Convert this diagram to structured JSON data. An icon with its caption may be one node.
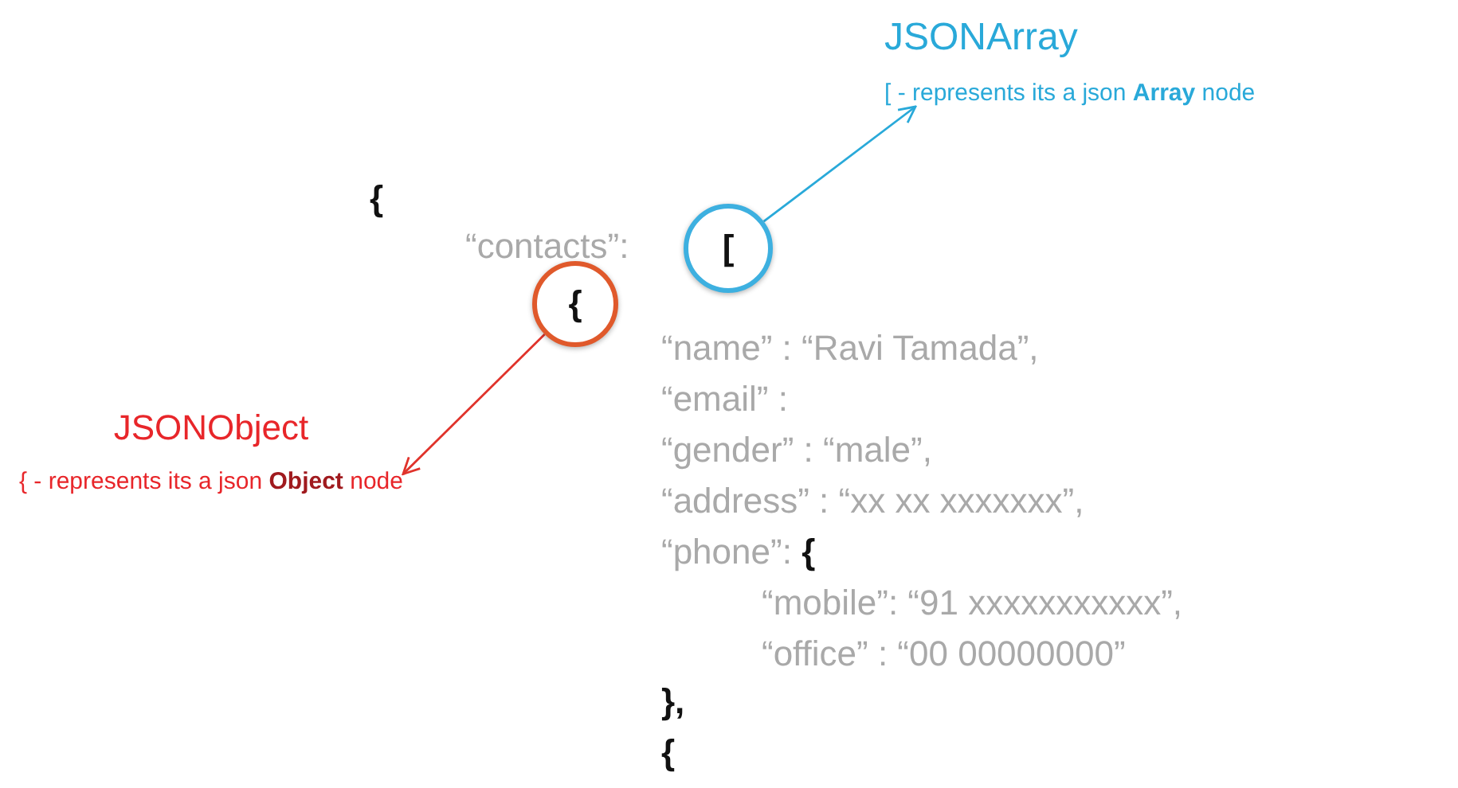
{
  "diagram": {
    "nodes": [
      {
        "text": [
          "JSONArray",
          "[ - represents its a json **Array** node"
        ]
      },
      {
        "text": [
          "["
        ]
      },
      {
        "text": [
          "{"
        ]
      },
      {
        "text": [
          "JSONObject",
          "{ - represents its a json **Object** node"
        ]
      }
    ],
    "edges": [
      {
        "from": 1,
        "to": 0,
        "arrow": "to",
        "color": "#29a9d9"
      },
      {
        "from": 2,
        "to": 3,
        "arrow": "to",
        "color": "#e0332b"
      }
    ],
    "labels": [
      "{",
      "“contacts”:",
      "“name” : “Ravi Tamada”,",
      "“email” :",
      "“gender” : “male”,",
      "“address” : “xx xx xxxxxxx”,",
      "“phone”: **{**",
      "“mobile”: “91 xxxxxxxxxxx”,",
      "“office” : “00 00000000”",
      "},",
      "{"
    ]
  }
}
